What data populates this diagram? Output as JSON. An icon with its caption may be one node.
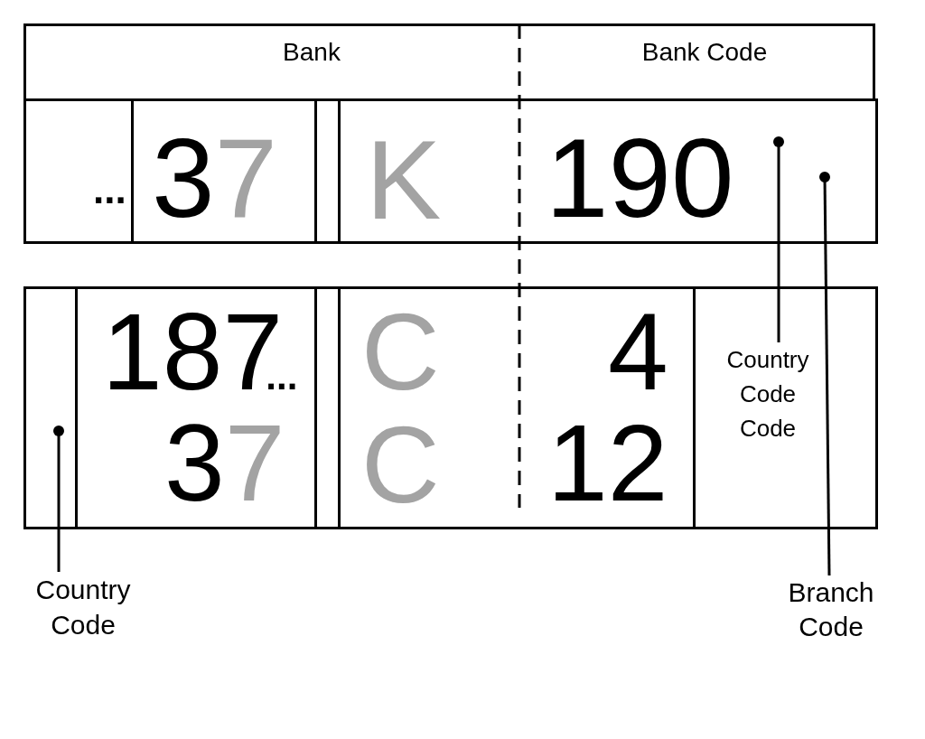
{
  "diagram": {
    "nodes": [
      {
        "text": [
          "Bank",
          "Bank Code"
        ]
      },
      {
        "text": [],
        "shape": "box"
      },
      {
        "text": [
          "..."
        ],
        "in": 1
      },
      {
        "text": [
          "37"
        ],
        "in": 1
      },
      {
        "text": [
          "K",
          "190"
        ],
        "in": 1
      },
      {
        "text": [],
        "shape": "box"
      },
      {
        "text": [],
        "shape": "box",
        "in": 5
      },
      {
        "text": [
          "187$_{...}$",
          "37"
        ],
        "in": 5
      },
      {
        "text": [
          "C",
          "4",
          "C",
          "12"
        ],
        "in": 5
      },
      {
        "text": [],
        "shape": "box",
        "in": 5
      },
      {
        "text": [
          "Country Code Code"
        ],
        "in": 9
      },
      {
        "text": [
          "Country Code"
        ]
      },
      {
        "text": [
          "Branch Code"
        ]
      }
    ],
    "edges": [
      {
        "from": 10,
        "to": 4,
        "arrow": "other"
      },
      {
        "from": 11,
        "to": 6,
        "arrow": "other"
      },
      {
        "from": 12,
        "to": 4,
        "arrow": "other"
      }
    ]
  }
}
